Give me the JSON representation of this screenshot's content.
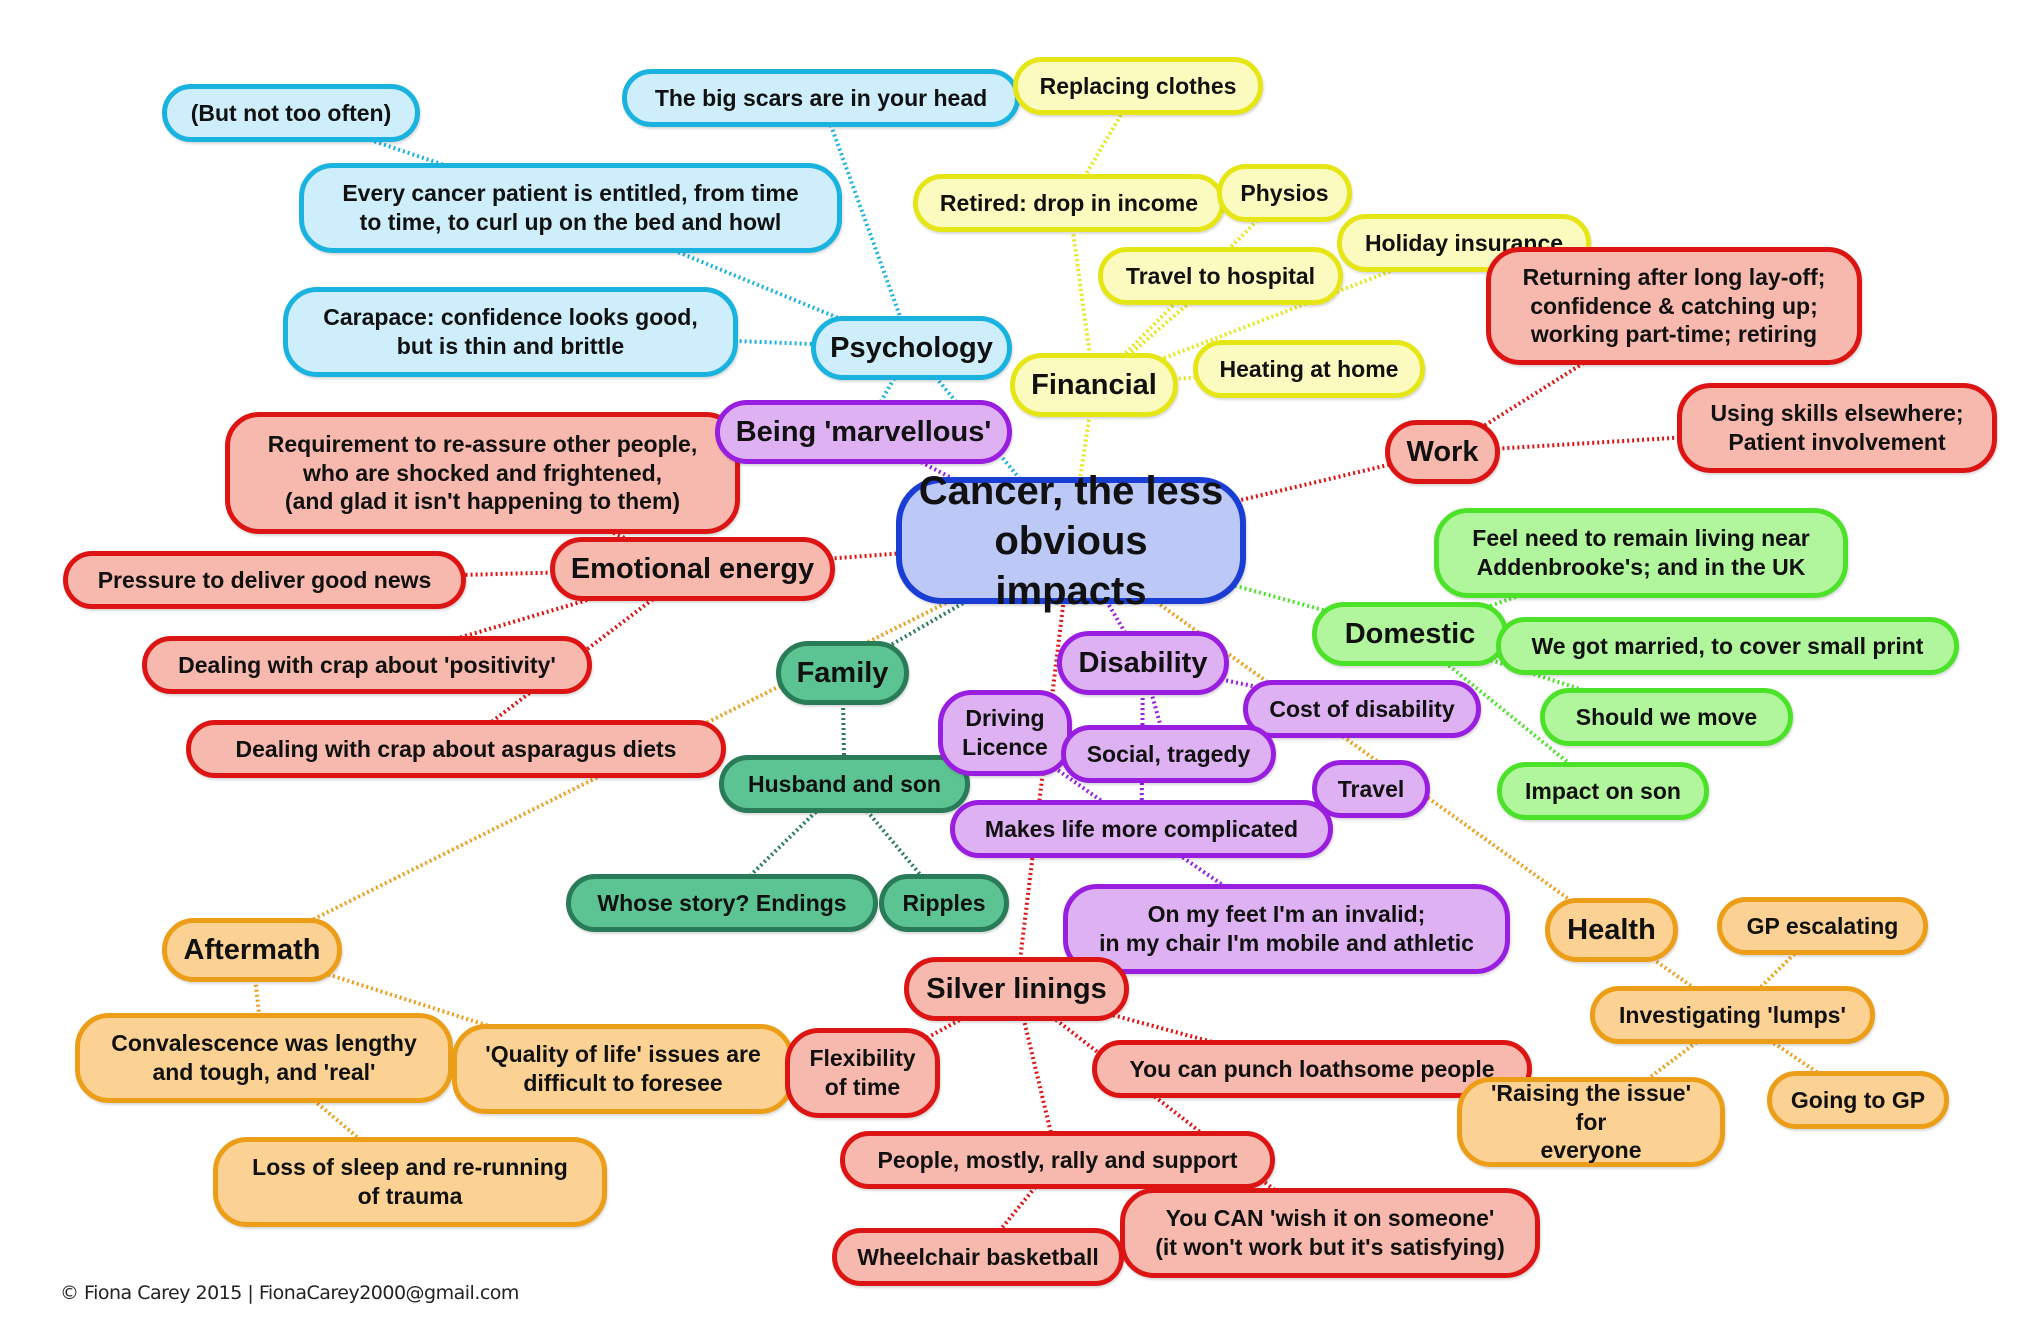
{
  "title": "Cancer, the less obvious impacts",
  "footer": "© Fiona Carey 2015 | FionaCarey2000@gmail.com",
  "colors": {
    "psychology": "#1ab3e0",
    "financial": "#e6e617",
    "emotional": "#dd1414",
    "disability": "#9a1ee0",
    "domestic": "#4ce22a",
    "family": "#2a7c59",
    "health": "#ec9e18",
    "center": "#1a3ed4"
  },
  "nodes": {
    "center": "Cancer, the less\nobvious impacts",
    "psychology": "Psychology",
    "big_scars": "The big scars are in your head",
    "not_too_often": "(But not too often)",
    "curl_up": "Every cancer patient is entitled, from time\nto time, to curl up on the bed and howl",
    "carapace": "Carapace: confidence looks good,\nbut is thin and brittle",
    "being_marvellous": "Being 'marvellous'",
    "financial": "Financial",
    "replacing_clothes": "Replacing clothes",
    "retired": "Retired: drop in income",
    "physios": "Physios",
    "holiday_insurance": "Holiday insurance",
    "travel_hospital": "Travel to hospital",
    "heating": "Heating at home",
    "work": "Work",
    "returning": "Returning after long lay-off;\nconfidence & catching up;\nworking part-time; retiring",
    "using_skills": "Using skills elsewhere;\nPatient involvement",
    "emotional_energy": "Emotional energy",
    "reassure": "Requirement to re-assure other people,\nwho are shocked and frightened,\n(and glad it isn't happening to them)",
    "pressure": "Pressure to deliver good news",
    "positivity": "Dealing with crap about 'positivity'",
    "asparagus": "Dealing with crap about asparagus diets",
    "domestic": "Domestic",
    "addenbrookes": "Feel need to remain living near\nAddenbrooke's; and in the UK",
    "married": "We got married, to cover small print",
    "should_move": "Should we move",
    "impact_son": "Impact on son",
    "family": "Family",
    "husband_son": "Husband and son",
    "whose_story": "Whose story? Endings",
    "ripples": "Ripples",
    "disability": "Disability",
    "driving": "Driving\nLicence",
    "social": "Social, tragedy",
    "cost_disability": "Cost of disability",
    "travel": "Travel",
    "complicated": "Makes life more complicated",
    "invalid": "On my feet I'm an invalid;\nin my chair I'm mobile and athletic",
    "health": "Health",
    "gp_escalating": "GP escalating",
    "lumps": "Investigating 'lumps'",
    "raising": "'Raising the issue' for\neveryone",
    "going_gp": "Going to GP",
    "aftermath": "Aftermath",
    "convalescence": "Convalescence was lengthy\nand tough, and 'real'",
    "quality_life": "'Quality of life' issues are\ndifficult to foresee",
    "loss_sleep": "Loss of sleep and re-running\nof trauma",
    "silver_linings": "Silver linings",
    "flexibility": "Flexibility\nof time",
    "punch": "You can punch loathsome people",
    "rally": "People, mostly, rally and support",
    "wish": "You CAN 'wish it on someone'\n(it won't work but it's satisfying)",
    "basketball": "Wheelchair basketball"
  }
}
